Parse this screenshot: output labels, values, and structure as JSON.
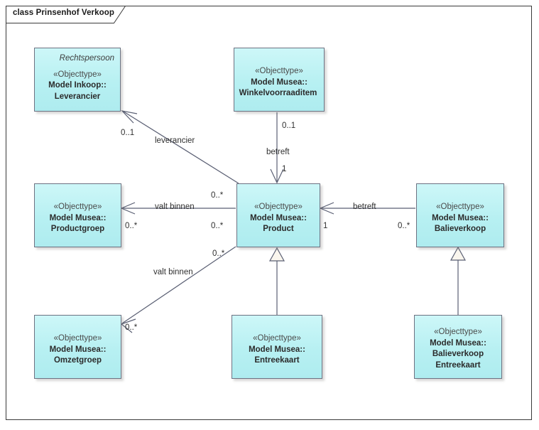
{
  "diagram": {
    "title": "class Prinsenhof Verkoop",
    "kind": "UML class diagram",
    "colors": {
      "node_fill_top": "#cdf7f8",
      "node_fill_bottom": "#aeecef",
      "node_border": "#6d7282",
      "link_stroke": "#5a5f73",
      "generalization_fill": "#faf6ee",
      "frame_border": "#3a3a3a",
      "canvas_background": "#ffffff"
    }
  },
  "nodes": [
    {
      "id": "leverancier",
      "base_class": "Rechtspersoon",
      "stereotype": "«Objecttype»",
      "package": "Model Inkoop::",
      "name": "Leverancier",
      "name2": ""
    },
    {
      "id": "winkelvoorraaditem",
      "base_class": "",
      "stereotype": "«Objecttype»",
      "package": "Model Musea::",
      "name": "Winkelvoorraaditem",
      "name2": ""
    },
    {
      "id": "productgroep",
      "base_class": "",
      "stereotype": "«Objecttype»",
      "package": "Model Musea::",
      "name": "Productgroep",
      "name2": ""
    },
    {
      "id": "product",
      "base_class": "",
      "stereotype": "«Objecttype»",
      "package": "Model Musea::",
      "name": "Product",
      "name2": ""
    },
    {
      "id": "balieverkoop",
      "base_class": "",
      "stereotype": "«Objecttype»",
      "package": "Model Musea::",
      "name": "Balieverkoop",
      "name2": ""
    },
    {
      "id": "omzetgroep",
      "base_class": "",
      "stereotype": "«Objecttype»",
      "package": "Model Musea::",
      "name": "Omzetgroep",
      "name2": ""
    },
    {
      "id": "entreekaart",
      "base_class": "",
      "stereotype": "«Objecttype»",
      "package": "Model Musea::",
      "name": "Entreekaart",
      "name2": ""
    },
    {
      "id": "balieverkoop_entreekaart",
      "base_class": "",
      "stereotype": "«Objecttype»",
      "package": "Model Musea::",
      "name": "Balieverkoop",
      "name2": "Entreekaart"
    }
  ],
  "links": [
    {
      "id": "product-leverancier",
      "type": "association",
      "label": "leverancier",
      "source": "product",
      "target": "leverancier",
      "source_multiplicity": "",
      "target_multiplicity": "0..1"
    },
    {
      "id": "winkelvoorraaditem-product",
      "type": "association",
      "label": "betreft",
      "source": "winkelvoorraaditem",
      "target": "product",
      "source_multiplicity": "0..1",
      "target_multiplicity": "1"
    },
    {
      "id": "product-productgroep",
      "type": "association",
      "label": "valt binnen",
      "source": "product",
      "target": "productgroep",
      "source_multiplicity": "0..*",
      "target_multiplicity": "0..*"
    },
    {
      "id": "product-omzetgroep",
      "type": "association",
      "label": "valt binnen",
      "source": "product",
      "target": "omzetgroep",
      "source_multiplicity": "0..*",
      "target_multiplicity": "0..*"
    },
    {
      "id": "balieverkoop-product",
      "type": "association",
      "label": "betreft",
      "source": "balieverkoop",
      "target": "product",
      "source_multiplicity": "0..*",
      "target_multiplicity": "1"
    },
    {
      "id": "entreekaart-product",
      "type": "generalization",
      "label": "",
      "source": "entreekaart",
      "target": "product",
      "source_multiplicity": "",
      "target_multiplicity": ""
    },
    {
      "id": "balieverkoopentreekaart-balieverkoop",
      "type": "generalization",
      "label": "",
      "source": "balieverkoop_entreekaart",
      "target": "balieverkoop",
      "source_multiplicity": "",
      "target_multiplicity": ""
    }
  ],
  "annotations": {
    "lev_mult": "0..1",
    "lev_label": "leverancier",
    "wvi_mult": "0..1",
    "betreft_v_label": "betreft",
    "product_top_mult": "1",
    "vb1_label": "valt binnen",
    "pg_mult": "0..*",
    "prod_left_mult_1": "0..*",
    "prod_left_mult_2": "0..*",
    "prod_left_mult_3": "0..*",
    "betreft_h_label": "betreft",
    "prod_right_mult": "1",
    "bv_mult": "0..*",
    "vb2_label": "valt binnen",
    "omz_mult": "0..*"
  }
}
